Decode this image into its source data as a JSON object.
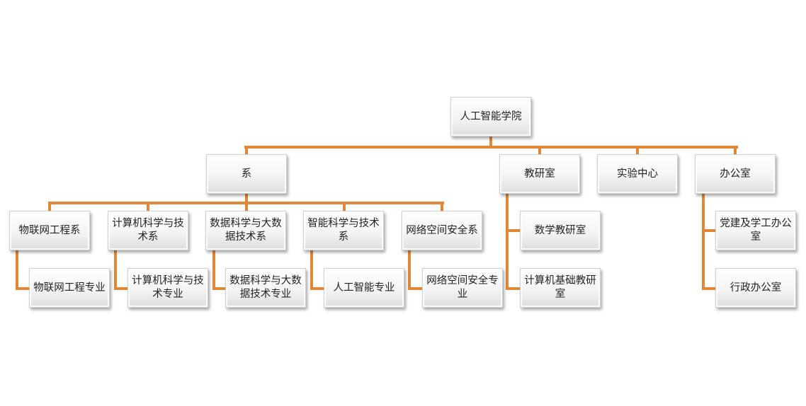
{
  "root": "人工智能学院",
  "level1": [
    "系",
    "教研室",
    "实验中心",
    "办公室"
  ],
  "departments": [
    "物联网工程系",
    "计算机科学与技术系",
    "数据科学与大数据技术系",
    "智能科学与技术系",
    "网络空间安全系"
  ],
  "majors": [
    "物联网工程专业",
    "计算机科学与技术专业",
    "数据科学与大数据技术专业",
    "人工智能专业",
    "网络空间安全专业"
  ],
  "teaching_offices": [
    "数学教研室",
    "计算机基础教研室"
  ],
  "admin_offices": [
    "党建及学工办公室",
    "行政办公室"
  ],
  "line_color": "#E0883A"
}
